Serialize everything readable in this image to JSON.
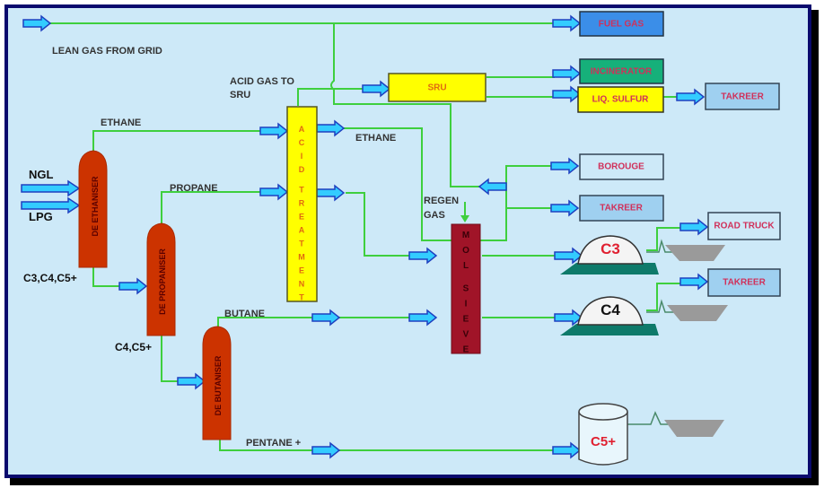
{
  "title": "Gas Processing Flow Diagram",
  "colors": {
    "background": "#cde9f8",
    "frame": "#0a0a6e",
    "pipe": "#3ecf3e",
    "arrow_fill": "#33ccff",
    "arrow_stroke": "#1e40c0",
    "column_fill": "#cc3300",
    "molsieve_fill": "#a01428",
    "yellow_box": "#ffff00",
    "label_red": "#e03050"
  },
  "labels": {
    "lean_gas": "LEAN GAS FROM GRID",
    "acid_gas_line1": "ACID GAS TO",
    "acid_gas_line2": "SRU",
    "ethane_top": "ETHANE",
    "ethane_mid": "ETHANE",
    "propane": "PROPANE",
    "butane": "BUTANE",
    "pentane": "PENTANE +",
    "ngl": "NGL",
    "lpg": "LPG",
    "c3c4c5": "C3,C4,C5+",
    "c4c5": "C4,C5+",
    "regen_line1": "REGEN",
    "regen_line2": "GAS"
  },
  "units": {
    "deethaniser": "DE ETHANISER",
    "depropaniser": "DE PROPANISER",
    "debutaniser": "DE BUTANISER",
    "acid_treatment": "ACID TREATMENT",
    "molsieve": "MOL SIEVE",
    "sru": "SRU"
  },
  "destinations": {
    "fuel_gas": "FUEL GAS",
    "incinerator": "INCINERATOR",
    "liq_sulfur": "LIQ. SULFUR",
    "takreer_sulfur": "TAKREER",
    "borouge": "BOROUGE",
    "takreer_ethane": "TAKREER",
    "road_truck": "ROAD TRUCK",
    "takreer_c4": "TAKREER"
  },
  "storage": {
    "c3": "C3",
    "c4": "C4",
    "c5": "C5+"
  }
}
